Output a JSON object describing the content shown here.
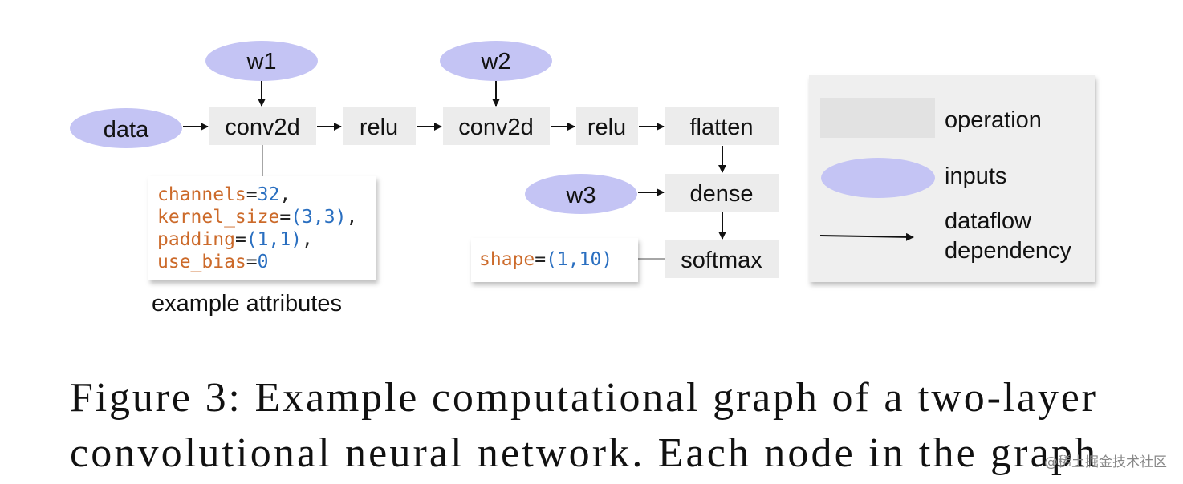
{
  "nodes": {
    "w1": "w1",
    "w2": "w2",
    "w3": "w3",
    "data": "data",
    "conv2d_1": "conv2d",
    "relu_1": "relu",
    "conv2d_2": "conv2d",
    "relu_2": "relu",
    "flatten": "flatten",
    "dense": "dense",
    "softmax": "softmax"
  },
  "attributes": {
    "conv": [
      {
        "key": "channels",
        "value": "32",
        "suffix": ","
      },
      {
        "key": "kernel_size",
        "value": "(3,3)",
        "suffix": ","
      },
      {
        "key": "padding",
        "value": "(1,1)",
        "suffix": ","
      },
      {
        "key": "use_bias",
        "value": "0",
        "suffix": ""
      }
    ],
    "conv_caption": "example attributes",
    "softmax": {
      "key": "shape",
      "value": "(1,10)"
    }
  },
  "legend": {
    "operation": "operation",
    "inputs": "inputs",
    "dataflow_line1": "dataflow",
    "dataflow_line2": "dependency"
  },
  "caption": {
    "line1": "Figure 3: Example computational graph of a two-layer",
    "line2": "convolutional neural network. Each node in the graph"
  },
  "watermark": "@稀土掘金技术社区",
  "colors": {
    "operation_fill": "#ececec",
    "input_fill": "#c4c4f4",
    "legend_fill": "#efefef",
    "attr_key": "#cc6a2a",
    "attr_value": "#2a6fc0"
  }
}
